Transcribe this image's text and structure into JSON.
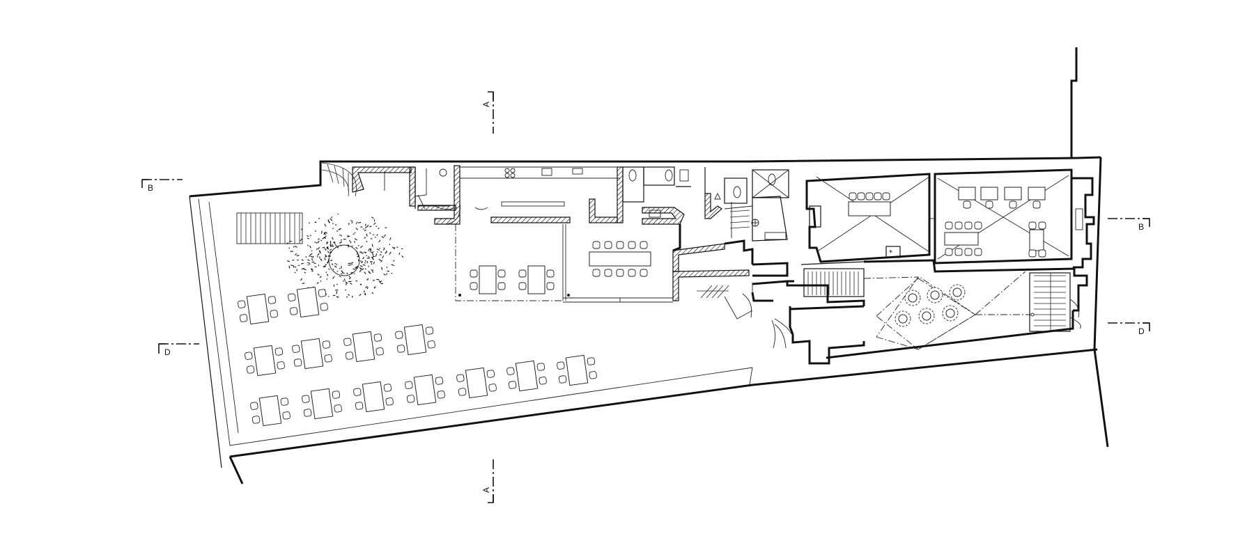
{
  "drawing": {
    "section_markers": {
      "a_top": "A",
      "a_bottom": "A",
      "b_left": "B",
      "b_right": "B",
      "d_left": "D",
      "d_right": "D"
    }
  },
  "colors": {
    "line": "#111111",
    "background": "#ffffff"
  }
}
